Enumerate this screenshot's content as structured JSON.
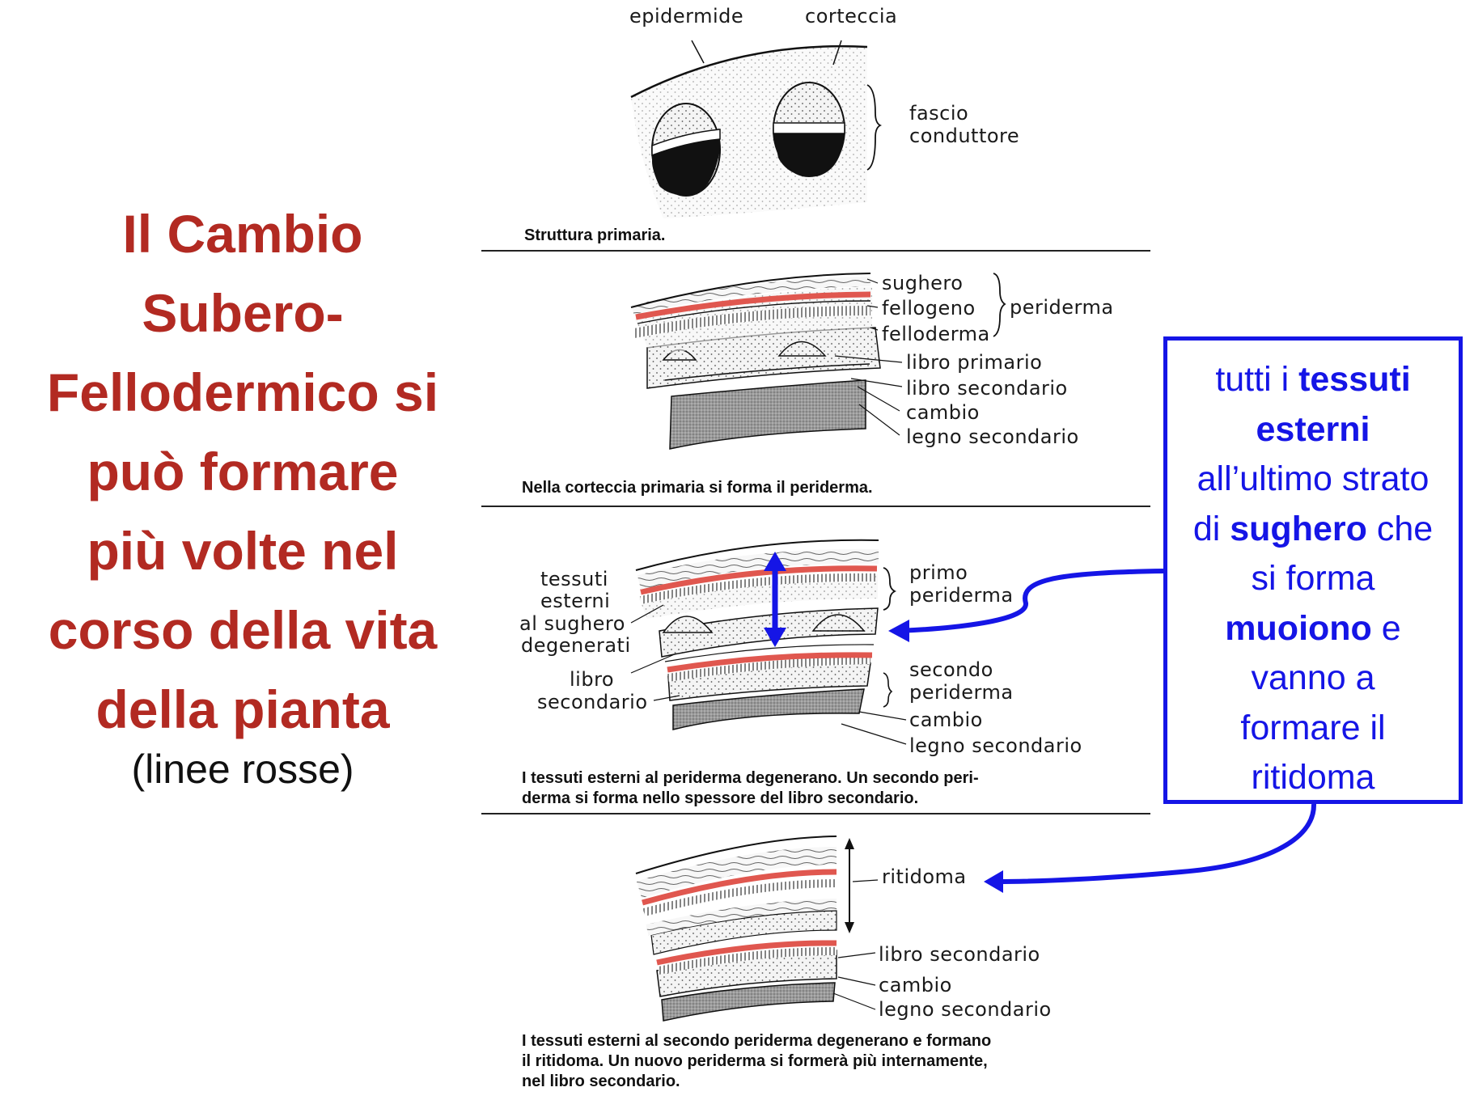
{
  "title": {
    "lines": [
      "Il Cambio",
      "Subero-",
      "Fellodermico si",
      "può formare",
      "più volte nel",
      "corso della vita",
      "della pianta"
    ],
    "subtitle": "(linee rosse)"
  },
  "callout": {
    "line1_a": "tutti i ",
    "line1_b": "tessuti",
    "line2": "esterni",
    "line3": "all’ultimo strato",
    "line4_a": "di ",
    "line4_b": "sughero",
    "line4_c": " che",
    "line5": "si forma",
    "line6_a": "muoiono",
    "line6_b": " e",
    "line7": "vanno a",
    "line8": "formare il",
    "line9": "ritidoma"
  },
  "panel1": {
    "epidermide": "epidermide",
    "corteccia": "corteccia",
    "fascio1": "fascio",
    "fascio2": "conduttore",
    "caption": "Struttura primaria."
  },
  "panel2": {
    "sughero": "sughero",
    "fellogeno": "fellogeno",
    "felloderma": "felloderma",
    "periderma": "periderma",
    "libro_primario": "libro  primario",
    "libro_secondario": "libro  secondario",
    "cambio": "cambio",
    "legno_secondario": "legno  secondario",
    "caption": "Nella corteccia primaria si forma il periderma."
  },
  "panel3": {
    "tessuti": "tessuti",
    "esterni": "esterni",
    "al_sughero": "al  sughero",
    "degenerati": "degenerati",
    "libro": "libro",
    "secondario": "secondario",
    "primo": "primo",
    "primo_periderma": "periderma",
    "secondo": "secondo",
    "secondo_periderma": "periderma",
    "cambio": "cambio",
    "legno_secondario": "legno  secondario",
    "caption1": "I  tessuti  esterni  al  periderma  degenerano.  Un  secondo  peri-",
    "caption2": "derma si forma nello spessore del libro secondario."
  },
  "panel4": {
    "ritidoma": "ritidoma",
    "libro_secondario": "libro  secondario",
    "cambio": "cambio",
    "legno_secondario": "legno  secondario",
    "caption1": "I  tessuti  esterni  al  secondo  periderma  degenerano  e  formano",
    "caption2": "il  ritidoma.  Un  nuovo  periderma  si  formerà  più  internamente,",
    "caption3": "nel libro secondario."
  },
  "colors": {
    "title_red": "#b22a22",
    "callout_blue": "#1515e6",
    "periderm_red": "#e0574f"
  }
}
